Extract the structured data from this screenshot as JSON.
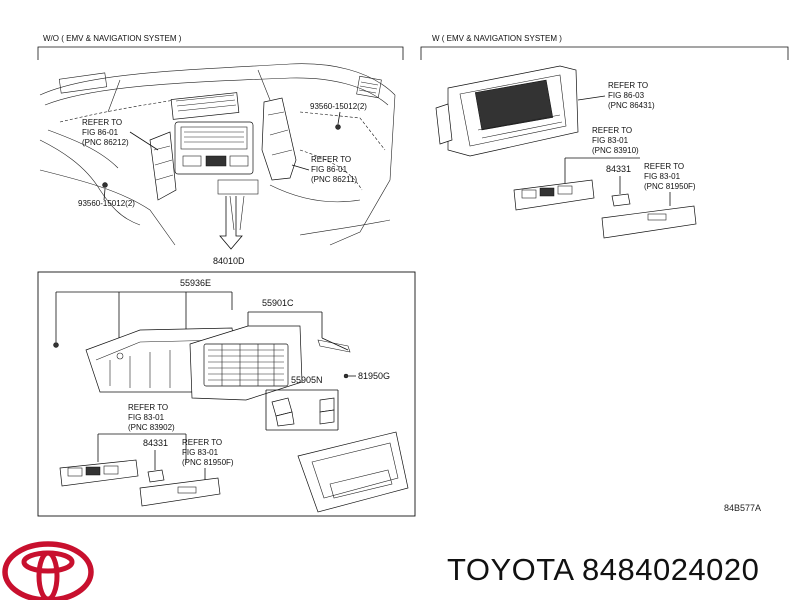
{
  "headers": {
    "left": "W/O ( EMV & NAVIGATION SYSTEM )",
    "right": "W ( EMV & NAVIGATION SYSTEM )"
  },
  "parts": {
    "p84010D": "84010D",
    "p55936E": "55936E",
    "p55901C": "55901C",
    "p55905N": "55905N",
    "p81950G": "81950G",
    "p84331_left": "84331",
    "p84331_right": "84331",
    "p93560_a": "93560-15012(2)",
    "p93560_b": "93560-15012(2)"
  },
  "refs": {
    "fig86_01_a": [
      "REFER TO",
      "FIG 86-01",
      "(PNC 86212)"
    ],
    "fig86_01_b": [
      "REFER TO",
      "FIG 86-01",
      "(PNC 86211)"
    ],
    "fig86_03": [
      "REFER TO",
      "FIG 86-03",
      "(PNC 86431)"
    ],
    "fig83_01_r1": [
      "REFER TO",
      "FIG 83-01",
      "(PNC 83910)"
    ],
    "fig83_01_r2": [
      "REFER TO",
      "FIG 83-01",
      "(PNC 81950F)"
    ],
    "fig83_01_l1": [
      "REFER TO",
      "FIG 83-01",
      "(PNC 83902)"
    ],
    "fig83_01_l2": [
      "REFER TO",
      "FIG 83-01",
      "(PNC 81950F)"
    ]
  },
  "diagram_code": "84B577A",
  "footer": {
    "brand_text": "TOYOTA 8484024020"
  },
  "colors": {
    "logo": "#c8102e",
    "ink": "#111111"
  },
  "icons": [
    "toyota-logo-icon"
  ]
}
